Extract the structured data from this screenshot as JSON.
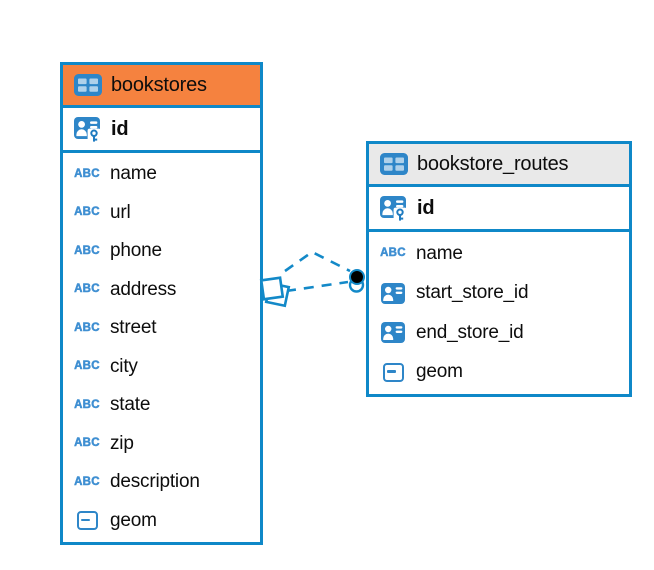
{
  "canvas": {
    "background": "#ffffff"
  },
  "colors": {
    "table_border": "#0f88c8",
    "icon_blue": "#2e86c8",
    "link_blue": "#1389c8",
    "header_orange": "#f5823f",
    "header_gray": "#e9e9e9",
    "text": "#0d0d0d",
    "marker_dot": "#000000"
  },
  "icons": {
    "text_type_label": "ABC"
  },
  "tables": [
    {
      "name": "bookstores",
      "header_style": "orange",
      "columns": [
        {
          "name": "id",
          "icon": "primary-key",
          "emphasis": true
        },
        {
          "name": "name",
          "icon": "text"
        },
        {
          "name": "url",
          "icon": "text"
        },
        {
          "name": "phone",
          "icon": "text"
        },
        {
          "name": "address",
          "icon": "text"
        },
        {
          "name": "street",
          "icon": "text"
        },
        {
          "name": "city",
          "icon": "text"
        },
        {
          "name": "state",
          "icon": "text"
        },
        {
          "name": "zip",
          "icon": "text"
        },
        {
          "name": "description",
          "icon": "text"
        },
        {
          "name": "geom",
          "icon": "geometry"
        }
      ]
    },
    {
      "name": "bookstore_routes",
      "header_style": "gray",
      "columns": [
        {
          "name": "id",
          "icon": "primary-key",
          "emphasis": true
        },
        {
          "name": "name",
          "icon": "text"
        },
        {
          "name": "start_store_id",
          "icon": "reference"
        },
        {
          "name": "end_store_id",
          "icon": "reference"
        },
        {
          "name": "geom",
          "icon": "geometry"
        }
      ]
    }
  ],
  "relationships": [
    {
      "from": "bookstores",
      "to": "bookstore_routes",
      "style": "dashed"
    },
    {
      "from": "bookstores",
      "to": "bookstore_routes",
      "style": "dashed"
    }
  ]
}
